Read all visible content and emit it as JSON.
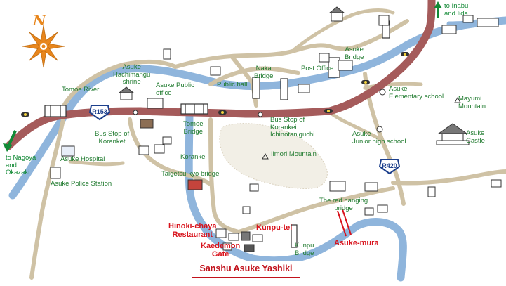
{
  "compass": {
    "north_label": "N"
  },
  "road_numbers": {
    "r153": "R153",
    "r420": "R420"
  },
  "directions": {
    "inabu_iida": "to Inabu\nand Iida",
    "nagoya_okazaki": "to Nagoya\nand\nOkazaki"
  },
  "labels": {
    "tomoe_river": "Tomoe River",
    "hachimangu": "Asuke\nHachimangu\nshrine",
    "public_office": "Asuke Public\noffice",
    "public_hall": "Public hall",
    "naka_bridge": "Naka\nBridge",
    "post_office": "Post Office",
    "asuke_bridge": "Asuke\nBridge",
    "elementary": "Asuke\nElementary school",
    "mayumi": "Mayumi\nMountain",
    "bus_koranket": "Bus Stop of\nKoranket",
    "tomoe_bridge": "Tomoe\nBridge",
    "bus_ichinotaniguchi": "Bus Stop of\nKorankei\nIchinotaniguchi",
    "iimori": "Iimori Mountain",
    "junior": "Asuke\nJunior high school",
    "castle": "Asuke\nCastle",
    "hospital": "Asuke Hospital",
    "police": "Asuke Police Station",
    "korankei": "Korankei",
    "taigetsu": "Taigetsu-kyo bridge",
    "hanging_bridge": "The red hanging\nbridge",
    "kunpu_bridge": "Kunpu\nBridge"
  },
  "highlights": {
    "hinoki": "Hinoki-chaya\nRestaurant",
    "kunpu_tei": "Kunpu-tei",
    "kaedemon": "Kaedemon\nGate",
    "asuke_mura": "Asuke-mura"
  },
  "title": "Sanshu Asuke Yashiki",
  "colors": {
    "river": "#8fb5dc",
    "road": "#cfc2a5",
    "highway": "#a55b5b",
    "label_green": "#1f7a2e",
    "highlight_red": "#d8121b",
    "arrow_green": "#138a36"
  }
}
